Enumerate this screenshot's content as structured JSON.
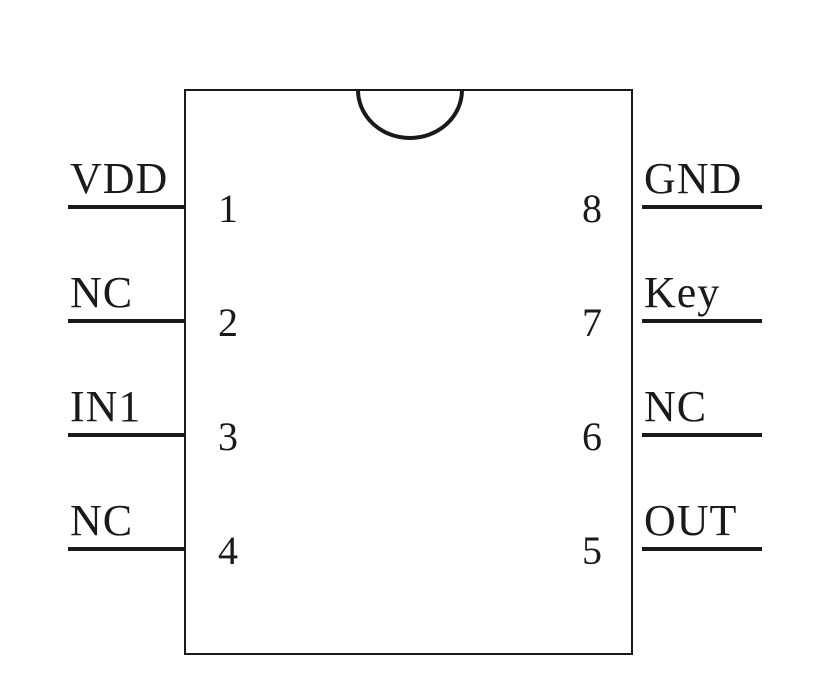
{
  "chip": {
    "pins_left": [
      {
        "number": "1",
        "label": "VDD"
      },
      {
        "number": "2",
        "label": "NC"
      },
      {
        "number": "3",
        "label": "IN1"
      },
      {
        "number": "4",
        "label": "NC"
      }
    ],
    "pins_right": [
      {
        "number": "8",
        "label": "GND"
      },
      {
        "number": "7",
        "label": "Key"
      },
      {
        "number": "6",
        "label": "NC"
      },
      {
        "number": "5",
        "label": "OUT"
      }
    ]
  },
  "colors": {
    "stroke": "#1a1a1a",
    "background": "#ffffff"
  }
}
